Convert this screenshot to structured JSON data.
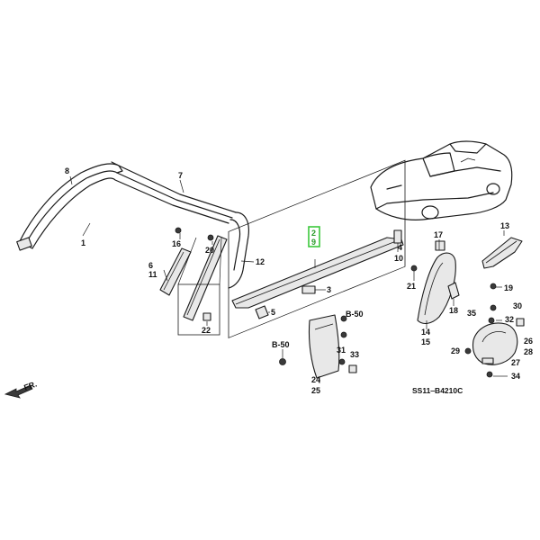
{
  "diagram": {
    "code": "SS11‒B4210C",
    "direction_label": "FR.",
    "highlight_color": "#3cc83c",
    "callouts": [
      {
        "id": "c1",
        "text": "1"
      },
      {
        "id": "c2",
        "text": "2"
      },
      {
        "id": "c9",
        "text": "9"
      },
      {
        "id": "c3",
        "text": "3"
      },
      {
        "id": "c4",
        "text": "4"
      },
      {
        "id": "c10",
        "text": "10"
      },
      {
        "id": "c5",
        "text": "5"
      },
      {
        "id": "c6",
        "text": "6"
      },
      {
        "id": "c11",
        "text": "11"
      },
      {
        "id": "c7",
        "text": "7"
      },
      {
        "id": "c8",
        "text": "8"
      },
      {
        "id": "c12",
        "text": "12"
      },
      {
        "id": "c13",
        "text": "13"
      },
      {
        "id": "c14",
        "text": "14"
      },
      {
        "id": "c15",
        "text": "15"
      },
      {
        "id": "c16",
        "text": "16"
      },
      {
        "id": "c17",
        "text": "17"
      },
      {
        "id": "c18",
        "text": "18"
      },
      {
        "id": "c19",
        "text": "19"
      },
      {
        "id": "c20",
        "text": "20"
      },
      {
        "id": "c21",
        "text": "21"
      },
      {
        "id": "c22",
        "text": "22"
      },
      {
        "id": "c24",
        "text": "24"
      },
      {
        "id": "c25",
        "text": "25"
      },
      {
        "id": "c26",
        "text": "26"
      },
      {
        "id": "c27",
        "text": "27"
      },
      {
        "id": "c28",
        "text": "28"
      },
      {
        "id": "c29",
        "text": "29"
      },
      {
        "id": "c30",
        "text": "30"
      },
      {
        "id": "c31",
        "text": "31"
      },
      {
        "id": "c32",
        "text": "32"
      },
      {
        "id": "c33",
        "text": "33"
      },
      {
        "id": "c34",
        "text": "34"
      },
      {
        "id": "c35",
        "text": "35"
      },
      {
        "id": "cb50a",
        "text": "B-50"
      },
      {
        "id": "cb50b",
        "text": "B-50"
      }
    ]
  }
}
